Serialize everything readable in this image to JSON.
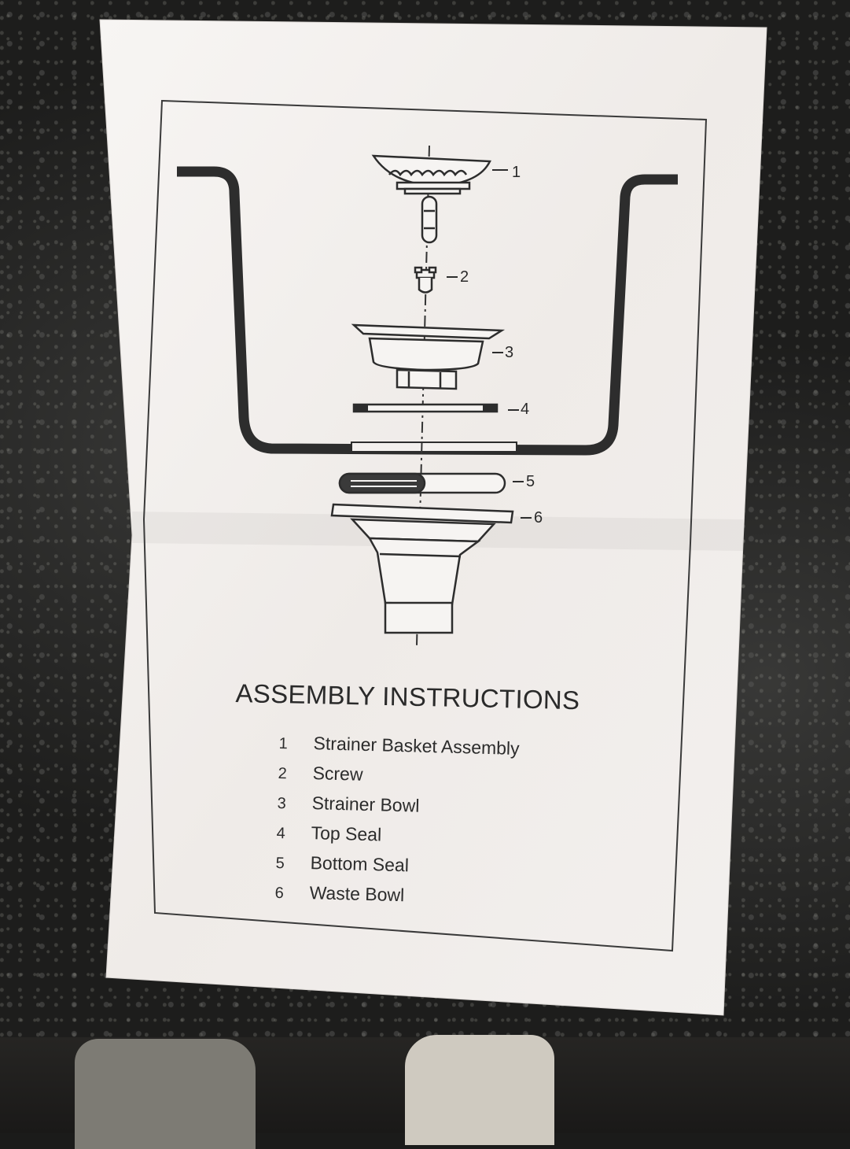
{
  "document": {
    "title": "ASSEMBLY INSTRUCTIONS",
    "callouts": [
      "1",
      "2",
      "3",
      "4",
      "5",
      "6"
    ],
    "parts": [
      {
        "number": "1",
        "name": "Strainer Basket Assembly"
      },
      {
        "number": "2",
        "name": "Screw"
      },
      {
        "number": "3",
        "name": "Strainer Bowl"
      },
      {
        "number": "4",
        "name": "Top Seal"
      },
      {
        "number": "5",
        "name": "Bottom Seal"
      },
      {
        "number": "6",
        "name": "Waste Bowl"
      }
    ]
  },
  "colors": {
    "paper": "#f4f1ef",
    "ink": "#2a2a2a",
    "countertop": "#1d1d1c"
  }
}
